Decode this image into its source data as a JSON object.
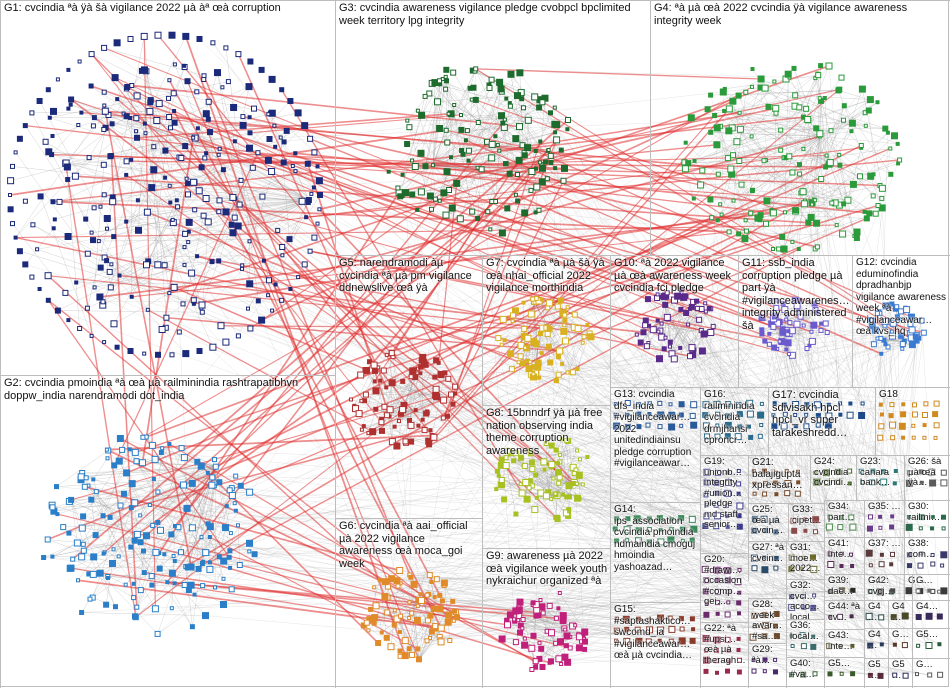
{
  "colors": {
    "background": "#ffffff",
    "edge_gray": "#9a9a9a",
    "edge_red": "#e03030",
    "panel_border": "#bdbdbd"
  },
  "groups": [
    {
      "id": "G1",
      "label": "G1: cvcindia ªà ÿà šà vigilance 2022 µà àª œà corruption",
      "color": "#1b2a7a"
    },
    {
      "id": "G2",
      "label": "G2: cvcindia pmoindia ªà œà µà railminindia rashtrapatibhvn doppw_india narendramodi dot_india",
      "color": "#2a7fc8"
    },
    {
      "id": "G3",
      "label": "G3: cvcindia awareness vigilance pledge cvobpcl bpclimited week territory lpg integrity",
      "color": "#1e6b2e"
    },
    {
      "id": "G4",
      "label": "G4: ªà µà œà 2022 cvcindia ÿà vigilance awareness integrity week",
      "color": "#2a9a3a"
    },
    {
      "id": "G5",
      "label": "G5: narendramodi àµ cvcindia ªà µà pm vigilance ddnewslive œà ÿà",
      "color": "#b03030"
    },
    {
      "id": "G6",
      "label": "G6: cvcindia ªà aai_official µà 2022 vigilance awareness œà moca_goi week",
      "color": "#e08a2a"
    },
    {
      "id": "G7",
      "label": "G7: cvcindia ªà µà šà ÿà œà nhai_official 2022 vigilance morthindia",
      "color": "#d8b020"
    },
    {
      "id": "G8",
      "label": "G8: 15bnndrf ÿà µà free nation observing india theme corruption awareness",
      "color": "#a8c020"
    },
    {
      "id": "G9",
      "label": "G9: awareness µà 2022 œà vigilance week youth nykraichur organized ªà",
      "color": "#c0207a"
    },
    {
      "id": "G10",
      "label": "G10: ªà 2022 vigilance µà œà awareness week cvcindia fci pledge",
      "color": "#5a2a8a"
    },
    {
      "id": "G11",
      "label": "G11: ssb_india corruption pledge µà part ÿà #vigilanceawarenes… integrity administered šà",
      "color": "#6a5acd"
    },
    {
      "id": "G12",
      "label": "G12: cvcindia eduminofindia dpradhanbjp vigilance awareness week ªà #vigilanceawar… œà kvs_hq",
      "color": "#3a7ad0"
    },
    {
      "id": "G13",
      "label": "G13: cvcindia dfs_india #vigilanceawar… 2022 unitedindiainsu pledge corruption #vigilanceawar…",
      "color": "#2a5a9a"
    },
    {
      "id": "G14",
      "label": "G14: ips_association cvcindia pmoindia ndmaindia cmoguj hmoindia yashoazad…",
      "color": "#3a8a5a"
    },
    {
      "id": "G15",
      "label": "G15: #saptashaktico… swcomd_ia #vigilanceawar… œà µà cvcindia…",
      "color": "#8a3a2a"
    },
    {
      "id": "G16",
      "label": "G16: railminindia cvcindia drmjhansi cproncr…",
      "color": "#2a6a8a"
    },
    {
      "id": "G17",
      "label": "G17: cvcindia sdivisakh hpcl hpcl_vr super tarakeshredd…",
      "color": "#1a4a8a"
    },
    {
      "id": "G18",
      "label": "G18",
      "color": "#d08a20"
    },
    {
      "id": "G19",
      "label": "G19: unionb… integrity #union… pledge md staff senior…",
      "color": "#3a3a8a"
    },
    {
      "id": "G20",
      "label": "G20: #drawi… occasion #comp… gei…",
      "color": "#6a2a6a"
    },
    {
      "id": "G21",
      "label": "G21: balajigupta xpressan…",
      "color": "#7a4a2a"
    },
    {
      "id": "G22",
      "label": "G22: ªà #upsi… œà µà theragh…",
      "color": "#9a2a4a"
    },
    {
      "id": "G23",
      "label": "G23: canara bank…",
      "color": "#2a7a7a"
    },
    {
      "id": "G24",
      "label": "G24: cvcindia cvcindi…",
      "color": "#4a6a2a"
    },
    {
      "id": "G25",
      "label": "G25: œà µà cvcin…",
      "color": "#3a5a7a"
    },
    {
      "id": "G26",
      "label": "G26: šà µà œà ÿà…",
      "color": "#5a5a5a"
    },
    {
      "id": "G27",
      "label": "G27: ªà cvcin…",
      "color": "#2a4a6a"
    },
    {
      "id": "G28",
      "label": "G28: week awar… #sa…",
      "color": "#6a4a2a"
    },
    {
      "id": "G29",
      "label": "G29: ªà…",
      "color": "#4a2a6a"
    },
    {
      "id": "G30",
      "label": "G30: railmi…",
      "color": "#2a6a4a"
    },
    {
      "id": "G31",
      "label": "G31: moe… 2022…",
      "color": "#6a6a2a"
    },
    {
      "id": "G32",
      "label": "G32: cvci… acco… local… inte…",
      "color": "#4a4a8a"
    },
    {
      "id": "G33",
      "label": "G33: cipet…",
      "color": "#8a4a4a"
    },
    {
      "id": "G34",
      "label": "G34: part…",
      "color": "#4a8a4a"
    },
    {
      "id": "G35",
      "label": "G35: …",
      "color": "#6a3a8a"
    },
    {
      "id": "G36",
      "label": "G36: local…",
      "color": "#3a6a6a"
    },
    {
      "id": "G37",
      "label": "G37: …",
      "color": "#5a3a3a"
    },
    {
      "id": "G38",
      "label": "G38: com…",
      "color": "#3a3a6a"
    },
    {
      "id": "G39",
      "label": "G39: dae…",
      "color": "#6a5a3a"
    },
    {
      "id": "G40",
      "label": "G40: #va…",
      "color": "#3a6a3a"
    },
    {
      "id": "G41",
      "label": "G41: inte…",
      "color": "#5a2a5a"
    },
    {
      "id": "G42",
      "label": "G42: cvcj…",
      "color": "#2a5a5a"
    },
    {
      "id": "G43",
      "label": "G43: inte…",
      "color": "#5a5a2a"
    },
    {
      "id": "G44",
      "label": "G44: ªà cv…",
      "color": "#4a2a4a"
    },
    {
      "id": "G45",
      "label": "G4…",
      "color": "#2a4a4a"
    },
    {
      "id": "G46",
      "label": "G4…",
      "color": "#4a4a2a"
    },
    {
      "id": "G47",
      "label": "G4…",
      "color": "#3a2a5a"
    },
    {
      "id": "G48",
      "label": "G4…",
      "color": "#2a3a5a"
    },
    {
      "id": "G49",
      "label": "G…",
      "color": "#5a3a2a"
    },
    {
      "id": "G50",
      "label": "G5…",
      "color": "#2a5a3a"
    },
    {
      "id": "G51",
      "label": "G5…",
      "color": "#3a5a2a"
    },
    {
      "id": "G52",
      "label": "G5…",
      "color": "#5a2a3a"
    },
    {
      "id": "G53",
      "label": "G5…",
      "color": "#2a2a5a"
    },
    {
      "id": "G54",
      "label": "G…",
      "color": "#5a5a5a"
    },
    {
      "id": "G55",
      "label": "G…",
      "color": "#3a3a3a"
    },
    {
      "id": "G56",
      "label": "G…",
      "color": "#4a4a4a"
    },
    {
      "id": "G57",
      "label": "G…",
      "color": "#2a2a2a"
    },
    {
      "id": "G58",
      "label": "G…",
      "color": "#6a6a6a"
    }
  ]
}
